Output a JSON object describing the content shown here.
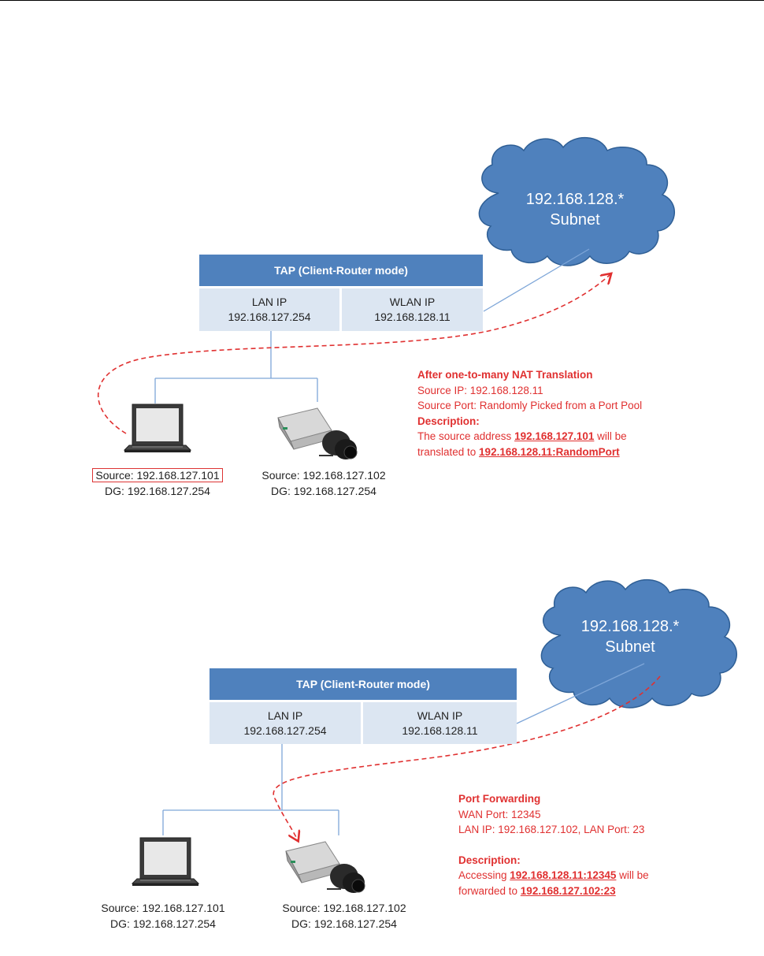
{
  "diagram_top": {
    "cloud": {
      "line1": "192.168.128.*",
      "line2": "Subnet"
    },
    "tap": {
      "header": "TAP (Client-Router mode)",
      "lan": {
        "label": "LAN IP",
        "ip": "192.168.127.254"
      },
      "wlan": {
        "label": "WLAN IP",
        "ip": "192.168.128.11"
      }
    },
    "laptop": {
      "source": "Source: 192.168.127.101",
      "dg": "DG: 192.168.127.254"
    },
    "camera": {
      "source": "Source: 192.168.127.102",
      "dg": "DG: 192.168.127.254"
    },
    "note": {
      "title": "After one-to-many NAT Translation",
      "source_ip": "Source IP: 192.168.128.11",
      "source_port": "Source Port: Randomly Picked from a Port Pool",
      "desc_title": "Description:",
      "desc_pre": "The source address ",
      "desc_addr": "192.168.127.101",
      "desc_mid": " will be",
      "desc_pre2": "translated to ",
      "desc_target": "192.168.128.11:RandomPort"
    }
  },
  "diagram_bottom": {
    "cloud": {
      "line1": "192.168.128.*",
      "line2": "Subnet"
    },
    "tap": {
      "header": "TAP (Client-Router mode)",
      "lan": {
        "label": "LAN IP",
        "ip": "192.168.127.254"
      },
      "wlan": {
        "label": "WLAN IP",
        "ip": "192.168.128.11"
      }
    },
    "laptop": {
      "source": "Source: 192.168.127.101",
      "dg": "DG: 192.168.127.254"
    },
    "camera": {
      "source": "Source: 192.168.127.102",
      "dg": "DG: 192.168.127.254"
    },
    "note": {
      "title": "Port Forwarding",
      "wan_port": "WAN Port: 12345",
      "lan_info": "LAN IP: 192.168.127.102, LAN Port: 23",
      "desc_title": "Description:",
      "desc_pre": "Accessing ",
      "desc_addr": "192.168.128.11:12345",
      "desc_mid": " will be",
      "desc_pre2": "forwarded to ",
      "desc_target": "192.168.127.102:23"
    }
  },
  "colors": {
    "cloud": "#4f81bd",
    "tap_header": "#4f81bd",
    "tap_cell": "#dce6f2",
    "accent_red": "#e03030",
    "line": "#7ea6d8"
  }
}
